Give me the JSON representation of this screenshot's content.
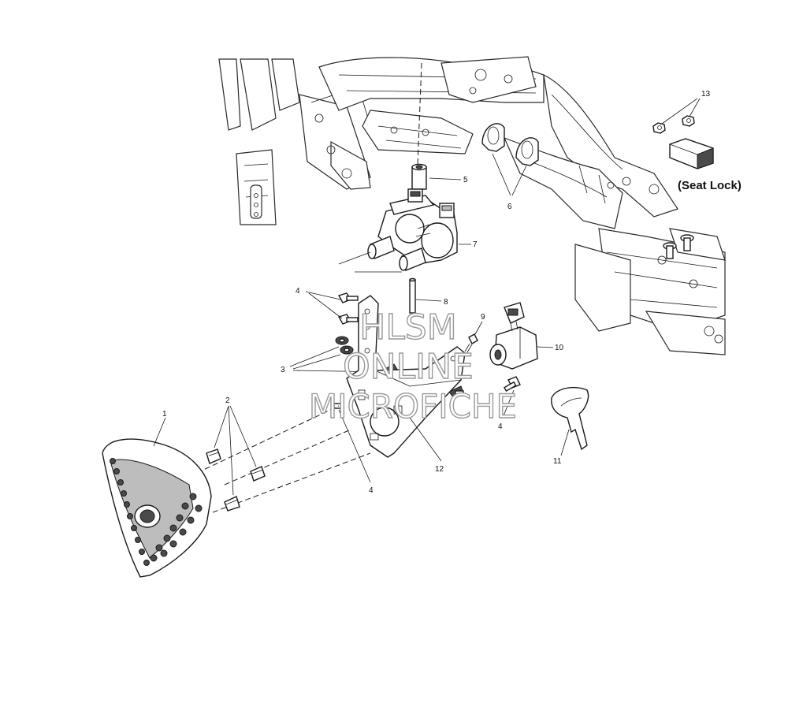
{
  "callouts": {
    "c1": "1",
    "c2": "2",
    "c3": "3",
    "c4a": "4",
    "c4b": "4",
    "c4c": "4",
    "c5": "5",
    "c6": "6",
    "c7": "7",
    "c8": "8",
    "c9": "9",
    "c10": "10",
    "c11": "11",
    "c12": "12",
    "c13": "13"
  },
  "labels": {
    "seat_lock": "(Seat Lock)"
  },
  "watermark": {
    "line1": "HLSM",
    "line2": "ONLINE",
    "line3": "MICROFICHE"
  }
}
